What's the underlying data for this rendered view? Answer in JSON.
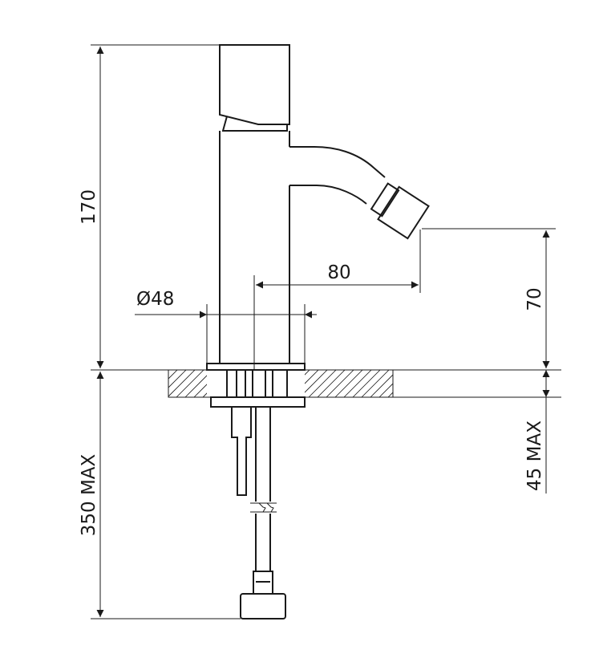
{
  "drawing": {
    "type": "technical-dimension-drawing",
    "subject": "bidet mixer tap",
    "line_color": "#1a1a1a",
    "background": "#ffffff",
    "dimensions": {
      "height_total": "170",
      "spout_reach": "80",
      "base_diameter": "Ø48",
      "outlet_height": "70",
      "deck_thickness_max": "45 MAX",
      "hose_length_max": "350 MAX"
    }
  }
}
